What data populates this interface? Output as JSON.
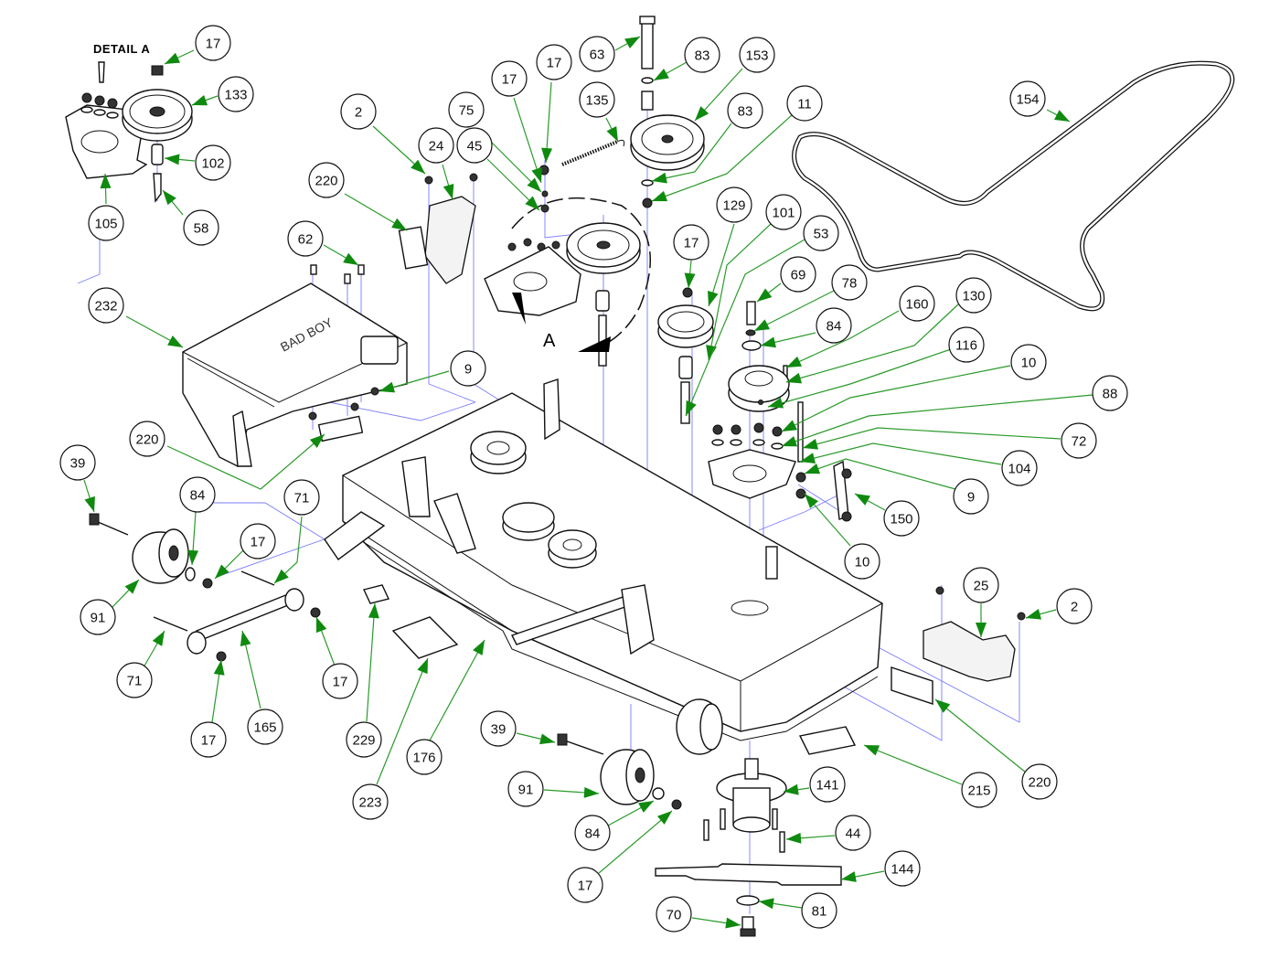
{
  "diagram": {
    "type": "exploded-parts-diagram",
    "subject": "mower deck assembly",
    "detail_title": "DETAIL A",
    "section_label": "A",
    "colors": {
      "part_lines": "#111111",
      "assembly_lines": "#7b7bff",
      "leader_lines": "#2a9a2a",
      "arrowheads": "#0f8a0f"
    },
    "parts": [
      {
        "label": "Mower deck (176)",
        "callout": "176"
      },
      {
        "label": "Belt (154)",
        "callout": "154"
      },
      {
        "label": "Discharge chute (232)",
        "callout": "232"
      },
      {
        "label": "Belt cover left (24)",
        "callout": "24"
      },
      {
        "label": "Belt cover right (25)",
        "callout": "25"
      },
      {
        "label": "Spindle assembly (141)",
        "callout": "141"
      },
      {
        "label": "Blade (144)",
        "callout": "144"
      },
      {
        "label": "Deck wheel (91)",
        "callout": "91"
      },
      {
        "label": "Idler pulley (133)",
        "callout": "133"
      },
      {
        "label": "Idler pulley (153)",
        "callout": "153"
      },
      {
        "label": "Idler pulley (129)",
        "callout": "129"
      },
      {
        "label": "Pulley (130)",
        "callout": "130"
      },
      {
        "label": "Spring (135)",
        "callout": "135"
      },
      {
        "label": "Adjustment rod (165)",
        "callout": "165"
      },
      {
        "label": "Link (150)",
        "callout": "150"
      }
    ],
    "callouts": [
      {
        "id": "c-17-detail",
        "label": "17"
      },
      {
        "id": "c-133",
        "label": "133"
      },
      {
        "id": "c-102",
        "label": "102"
      },
      {
        "id": "c-58",
        "label": "58"
      },
      {
        "id": "c-105",
        "label": "105"
      },
      {
        "id": "c-2-left",
        "label": "2"
      },
      {
        "id": "c-24",
        "label": "24"
      },
      {
        "id": "c-220-top",
        "label": "220"
      },
      {
        "id": "c-75",
        "label": "75"
      },
      {
        "id": "c-17-a",
        "label": "17"
      },
      {
        "id": "c-17-b",
        "label": "17"
      },
      {
        "id": "c-45",
        "label": "45"
      },
      {
        "id": "c-135",
        "label": "135"
      },
      {
        "id": "c-63",
        "label": "63"
      },
      {
        "id": "c-83-top",
        "label": "83"
      },
      {
        "id": "c-153",
        "label": "153"
      },
      {
        "id": "c-83-mid",
        "label": "83"
      },
      {
        "id": "c-11",
        "label": "11"
      },
      {
        "id": "c-154",
        "label": "154"
      },
      {
        "id": "c-62",
        "label": "62"
      },
      {
        "id": "c-232",
        "label": "232"
      },
      {
        "id": "c-9-left",
        "label": "9"
      },
      {
        "id": "c-220-mid",
        "label": "220"
      },
      {
        "id": "c-129",
        "label": "129"
      },
      {
        "id": "c-101",
        "label": "101"
      },
      {
        "id": "c-53",
        "label": "53"
      },
      {
        "id": "c-17-c",
        "label": "17"
      },
      {
        "id": "c-69",
        "label": "69"
      },
      {
        "id": "c-78",
        "label": "78"
      },
      {
        "id": "c-84-right",
        "label": "84"
      },
      {
        "id": "c-160",
        "label": "160"
      },
      {
        "id": "c-130",
        "label": "130"
      },
      {
        "id": "c-116",
        "label": "116"
      },
      {
        "id": "c-10-top",
        "label": "10"
      },
      {
        "id": "c-88",
        "label": "88"
      },
      {
        "id": "c-72",
        "label": "72"
      },
      {
        "id": "c-104",
        "label": "104"
      },
      {
        "id": "c-9-right",
        "label": "9"
      },
      {
        "id": "c-150",
        "label": "150"
      },
      {
        "id": "c-10-bottom",
        "label": "10"
      },
      {
        "id": "c-39-left",
        "label": "39"
      },
      {
        "id": "c-84-left",
        "label": "84"
      },
      {
        "id": "c-17-d",
        "label": "17"
      },
      {
        "id": "c-71-top",
        "label": "71"
      },
      {
        "id": "c-91-left",
        "label": "91"
      },
      {
        "id": "c-71-bottom",
        "label": "71"
      },
      {
        "id": "c-17-e",
        "label": "17"
      },
      {
        "id": "c-17-f",
        "label": "17"
      },
      {
        "id": "c-165",
        "label": "165"
      },
      {
        "id": "c-229",
        "label": "229"
      },
      {
        "id": "c-223",
        "label": "223"
      },
      {
        "id": "c-176",
        "label": "176"
      },
      {
        "id": "c-39-bottom",
        "label": "39"
      },
      {
        "id": "c-91-bottom",
        "label": "91"
      },
      {
        "id": "c-84-bottom",
        "label": "84"
      },
      {
        "id": "c-17-g",
        "label": "17"
      },
      {
        "id": "c-141",
        "label": "141"
      },
      {
        "id": "c-44",
        "label": "44"
      },
      {
        "id": "c-144",
        "label": "144"
      },
      {
        "id": "c-81",
        "label": "81"
      },
      {
        "id": "c-70",
        "label": "70"
      },
      {
        "id": "c-215",
        "label": "215"
      },
      {
        "id": "c-220-right",
        "label": "220"
      },
      {
        "id": "c-25",
        "label": "25"
      },
      {
        "id": "c-2-right",
        "label": "2"
      }
    ]
  }
}
